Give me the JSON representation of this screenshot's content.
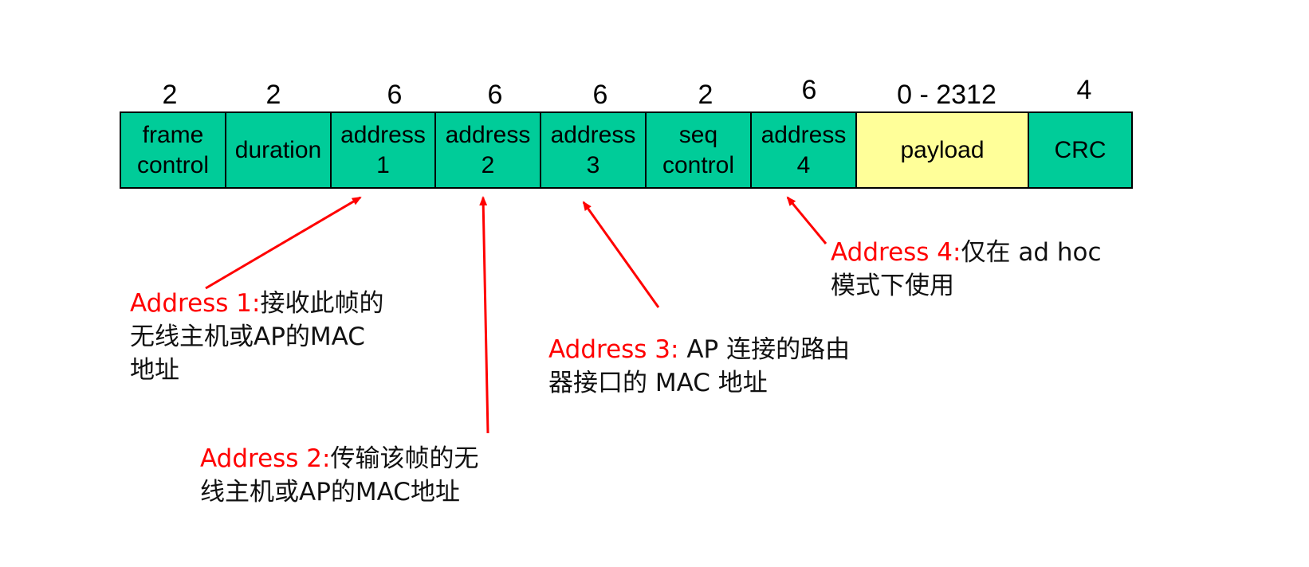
{
  "frame": {
    "colors": {
      "header_field": "#00cc99",
      "payload_field": "#ffff99",
      "border": "#000000",
      "annotation_highlight": "#ff0000",
      "arrow": "#ff0000"
    },
    "fields": [
      {
        "size": "2",
        "label": "frame\ncontrol",
        "fill": "#00cc99"
      },
      {
        "size": "2",
        "label": "duration",
        "fill": "#00cc99"
      },
      {
        "size": "6",
        "label": "address\n1",
        "fill": "#00cc99"
      },
      {
        "size": "6",
        "label": "address\n2",
        "fill": "#00cc99"
      },
      {
        "size": "6",
        "label": "address\n3",
        "fill": "#00cc99"
      },
      {
        "size": "2",
        "label": "seq\ncontrol",
        "fill": "#00cc99"
      },
      {
        "size": "6",
        "label": "address\n4",
        "fill": "#00cc99"
      },
      {
        "size": "0 - 2312",
        "label": "payload",
        "fill": "#ffff99"
      },
      {
        "size": "4",
        "label": "CRC",
        "fill": "#00cc99"
      }
    ]
  },
  "annotations": [
    {
      "highlight": "Address 1:",
      "line1": "接收此帧的",
      "line2": "无线主机或AP的MAC",
      "line3": "地址"
    },
    {
      "highlight": "Address 2:",
      "line1": "传输该帧的无",
      "line2": "线主机或AP的MAC地址",
      "line3": ""
    },
    {
      "highlight": "Address 3:",
      "line1": " AP 连接的路由",
      "line2": "器接口的 MAC 地址",
      "line3": ""
    },
    {
      "highlight": "Address 4:",
      "line1": "仅在 ad hoc",
      "line2": "模式下使用",
      "line3": ""
    }
  ]
}
